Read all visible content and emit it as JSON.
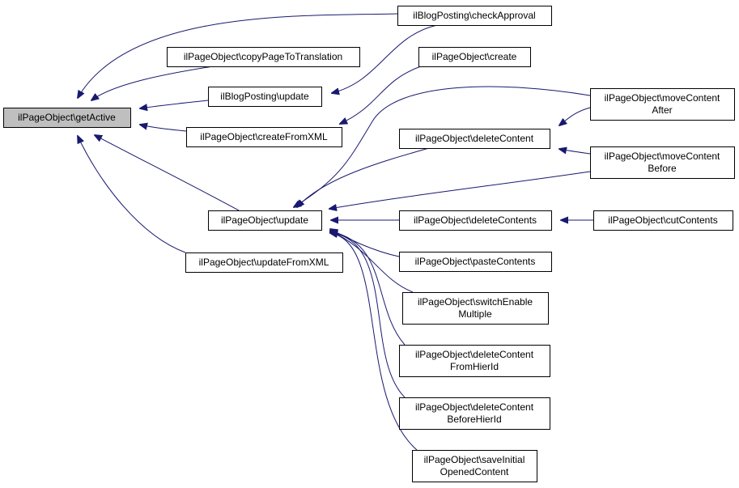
{
  "colors": {
    "edge": "#191970",
    "node_border": "#000000",
    "node_fill": "#ffffff",
    "root_fill": "#bfbfbf"
  },
  "nodes": [
    {
      "id": "getActive",
      "lines": [
        "ilPageObject\\getActive"
      ],
      "root": true
    },
    {
      "id": "checkApproval",
      "lines": [
        "ilBlogPosting\\checkApproval"
      ]
    },
    {
      "id": "copyPageToTranslation",
      "lines": [
        "ilPageObject\\copyPageToTranslation"
      ]
    },
    {
      "id": "blogUpdate",
      "lines": [
        "ilBlogPosting\\update"
      ]
    },
    {
      "id": "create",
      "lines": [
        "ilPageObject\\create"
      ]
    },
    {
      "id": "createFromXML",
      "lines": [
        "ilPageObject\\createFromXML"
      ]
    },
    {
      "id": "update",
      "lines": [
        "ilPageObject\\update"
      ]
    },
    {
      "id": "updateFromXML",
      "lines": [
        "ilPageObject\\updateFromXML"
      ]
    },
    {
      "id": "moveContentAfter",
      "lines": [
        "ilPageObject\\moveContent",
        "After"
      ]
    },
    {
      "id": "deleteContent",
      "lines": [
        "ilPageObject\\deleteContent"
      ]
    },
    {
      "id": "moveContentBefore",
      "lines": [
        "ilPageObject\\moveContent",
        "Before"
      ]
    },
    {
      "id": "deleteContents",
      "lines": [
        "ilPageObject\\deleteContents"
      ]
    },
    {
      "id": "cutContents",
      "lines": [
        "ilPageObject\\cutContents"
      ]
    },
    {
      "id": "pasteContents",
      "lines": [
        "ilPageObject\\pasteContents"
      ]
    },
    {
      "id": "switchEnableMultiple",
      "lines": [
        "ilPageObject\\switchEnable",
        "Multiple"
      ]
    },
    {
      "id": "deleteContentFromHierId",
      "lines": [
        "ilPageObject\\deleteContent",
        "FromHierId"
      ]
    },
    {
      "id": "deleteContentBeforeHierId",
      "lines": [
        "ilPageObject\\deleteContent",
        "BeforeHierId"
      ]
    },
    {
      "id": "saveInitialOpenedContent",
      "lines": [
        "ilPageObject\\saveInitial",
        "OpenedContent"
      ]
    }
  ],
  "edges": [
    {
      "from": "checkApproval",
      "to": "getActive"
    },
    {
      "from": "copyPageToTranslation",
      "to": "getActive"
    },
    {
      "from": "blogUpdate",
      "to": "getActive"
    },
    {
      "from": "createFromXML",
      "to": "getActive"
    },
    {
      "from": "update",
      "to": "getActive"
    },
    {
      "from": "updateFromXML",
      "to": "getActive"
    },
    {
      "from": "checkApproval",
      "to": "blogUpdate"
    },
    {
      "from": "create",
      "to": "createFromXML"
    },
    {
      "from": "moveContentAfter",
      "to": "update"
    },
    {
      "from": "deleteContent",
      "to": "update"
    },
    {
      "from": "moveContentBefore",
      "to": "update"
    },
    {
      "from": "deleteContents",
      "to": "update"
    },
    {
      "from": "pasteContents",
      "to": "update"
    },
    {
      "from": "switchEnableMultiple",
      "to": "update"
    },
    {
      "from": "deleteContentFromHierId",
      "to": "update"
    },
    {
      "from": "deleteContentBeforeHierId",
      "to": "update"
    },
    {
      "from": "saveInitialOpenedContent",
      "to": "update"
    },
    {
      "from": "moveContentAfter",
      "to": "deleteContent"
    },
    {
      "from": "moveContentBefore",
      "to": "deleteContent"
    },
    {
      "from": "cutContents",
      "to": "deleteContents"
    }
  ]
}
